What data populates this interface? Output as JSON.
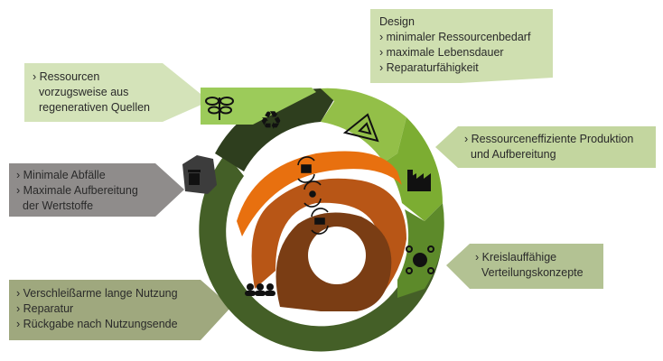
{
  "title": "Circular economy cycle",
  "colors": {
    "callout_light": "#cfdfb0",
    "callout_mid": "#c3d69f",
    "callout_olive": "#b3c293",
    "callout_gray": "#8f8c8b",
    "callout_khaki": "#9fa87e",
    "ring_dark": "#2e3e1e",
    "ring_main": "#445f27",
    "ring_light": "#8fbd42",
    "ring_mid": "#6e9a30",
    "trash_gray": "#3c3c3c",
    "orange": "#e8700f",
    "orange_dark": "#b85616",
    "brown": "#7a3d14"
  },
  "callouts": {
    "design": {
      "lines": [
        "Design",
        "› minimaler Ressourcenbedarf",
        "› maximale Lebensdauer",
        "› Reparaturfähigkeit"
      ]
    },
    "resources": {
      "lines": [
        "› Ressourcen",
        "vorzugsweise aus",
        "regenerativen Quellen"
      ]
    },
    "production": {
      "lines": [
        "› Ressourceneffiziente Produktion",
        "und Aufbereitung"
      ]
    },
    "waste": {
      "lines": [
        "› Minimale Abfälle",
        "› Maximale Aufbereitung",
        "der Wertstoffe"
      ]
    },
    "distribution": {
      "lines": [
        "› Kreislauffähige",
        "Verteilungskonzepte"
      ]
    },
    "usage": {
      "lines": [
        "› Verschleißarme lange Nutzung",
        "› Reparatur",
        "› Rückgabe nach Nutzungsende"
      ]
    }
  },
  "icons": [
    "plant-icon",
    "recycle-icon",
    "set-square-icon",
    "factory-icon",
    "network-icon",
    "people-icon",
    "trash-icon",
    "cycle-factory-icon",
    "cycle-network-icon",
    "cycle-people-icon"
  ]
}
